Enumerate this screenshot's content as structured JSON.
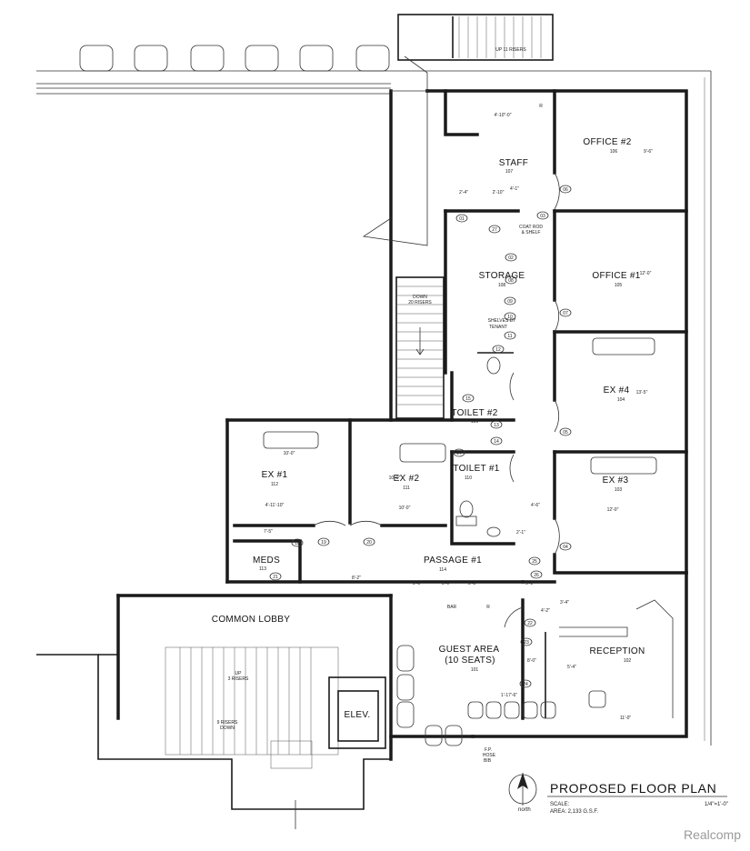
{
  "plan": {
    "title": "PROPOSED FLOOR PLAN",
    "scale_label": "SCALE:",
    "scale_value": "1/4\"=1'-0\"",
    "area_label": "AREA: 2,133 G.S.F.",
    "north_label": "north"
  },
  "rooms": [
    {
      "key": "office2",
      "label": "OFFICE #2",
      "num": "106"
    },
    {
      "key": "staff",
      "label": "STAFF",
      "num": "107"
    },
    {
      "key": "office1",
      "label": "OFFICE #1",
      "num": "105"
    },
    {
      "key": "storage",
      "label": "STORAGE",
      "num": "108"
    },
    {
      "key": "ex4",
      "label": "EX #4",
      "num": "104"
    },
    {
      "key": "toilet2",
      "label": "TOILET #2",
      "num": "109"
    },
    {
      "key": "ex1",
      "label": "EX #1",
      "num": "112"
    },
    {
      "key": "ex2",
      "label": "EX #2",
      "num": "111"
    },
    {
      "key": "toilet1",
      "label": "TOILET #1",
      "num": "110"
    },
    {
      "key": "ex3",
      "label": "EX #3",
      "num": "103"
    },
    {
      "key": "meds",
      "label": "MEDS",
      "num": "113"
    },
    {
      "key": "passage",
      "label": "PASSAGE #1",
      "num": "114"
    },
    {
      "key": "lobby",
      "label": "COMMON LOBBY",
      "num": ""
    },
    {
      "key": "guest",
      "label": "GUEST AREA",
      "num": "101"
    },
    {
      "key": "reception",
      "label": "RECEPTION",
      "num": "102"
    },
    {
      "key": "elev",
      "label": "ELEV.",
      "num": ""
    }
  ],
  "notes": {
    "guest_seats": "(10 SEATS)",
    "shelves": "SHELVES BY",
    "tenant": "TENANT",
    "coat_rod": "COAT ROD",
    "shelf": "& SHELF",
    "down_stair": "DOWN",
    "down_risers": "20 RISERS",
    "up_top": "UP 11 RISERS",
    "up_lobby": "UP",
    "up_lobby_risers": "3 RISERS",
    "down_lobby": "9 RISERS",
    "down_lobby2": "DOWN",
    "bar": "BAR",
    "fp": "F.P.",
    "hose": "HOSE",
    "bib": "BIB",
    "r1": "R",
    "r2": "R"
  },
  "dims": {
    "d1": "4'-10\"-0\"",
    "d2": "2'-4\"",
    "d3": "2'-10\"",
    "d4": "4'-1\"",
    "d5": "10'-0\"",
    "d6": "4'-11'-10\"",
    "d7": "10'-0\"",
    "d8": "7'-5\"",
    "d9": "8'-2\"",
    "d10": "3'-3\"",
    "d11": "3'-0\"",
    "d12": "3'-3\"",
    "d13": "5'-1\"",
    "d14": "4'-6\"",
    "d15": "12'-0\"",
    "d16": "13'-5\"",
    "d17": "12'-0\"",
    "d18": "11'-0\"",
    "d19": "4'-2\"",
    "d20": "3'-4\"",
    "d21": "1'-17'-6\"",
    "d22": "5'-4\"",
    "d23": "8'-0\"",
    "d24": "9'-6\"",
    "d25": "10'-0\"",
    "d26": "2'-1\""
  },
  "doors": [
    "06",
    "07",
    "05",
    "04",
    "03",
    "02",
    "08",
    "09",
    "10",
    "11",
    "12",
    "13",
    "14",
    "15",
    "17",
    "18",
    "19",
    "20",
    "21",
    "22",
    "23",
    "24",
    "25",
    "26",
    "27",
    "01"
  ],
  "watermark": "Realcomp"
}
